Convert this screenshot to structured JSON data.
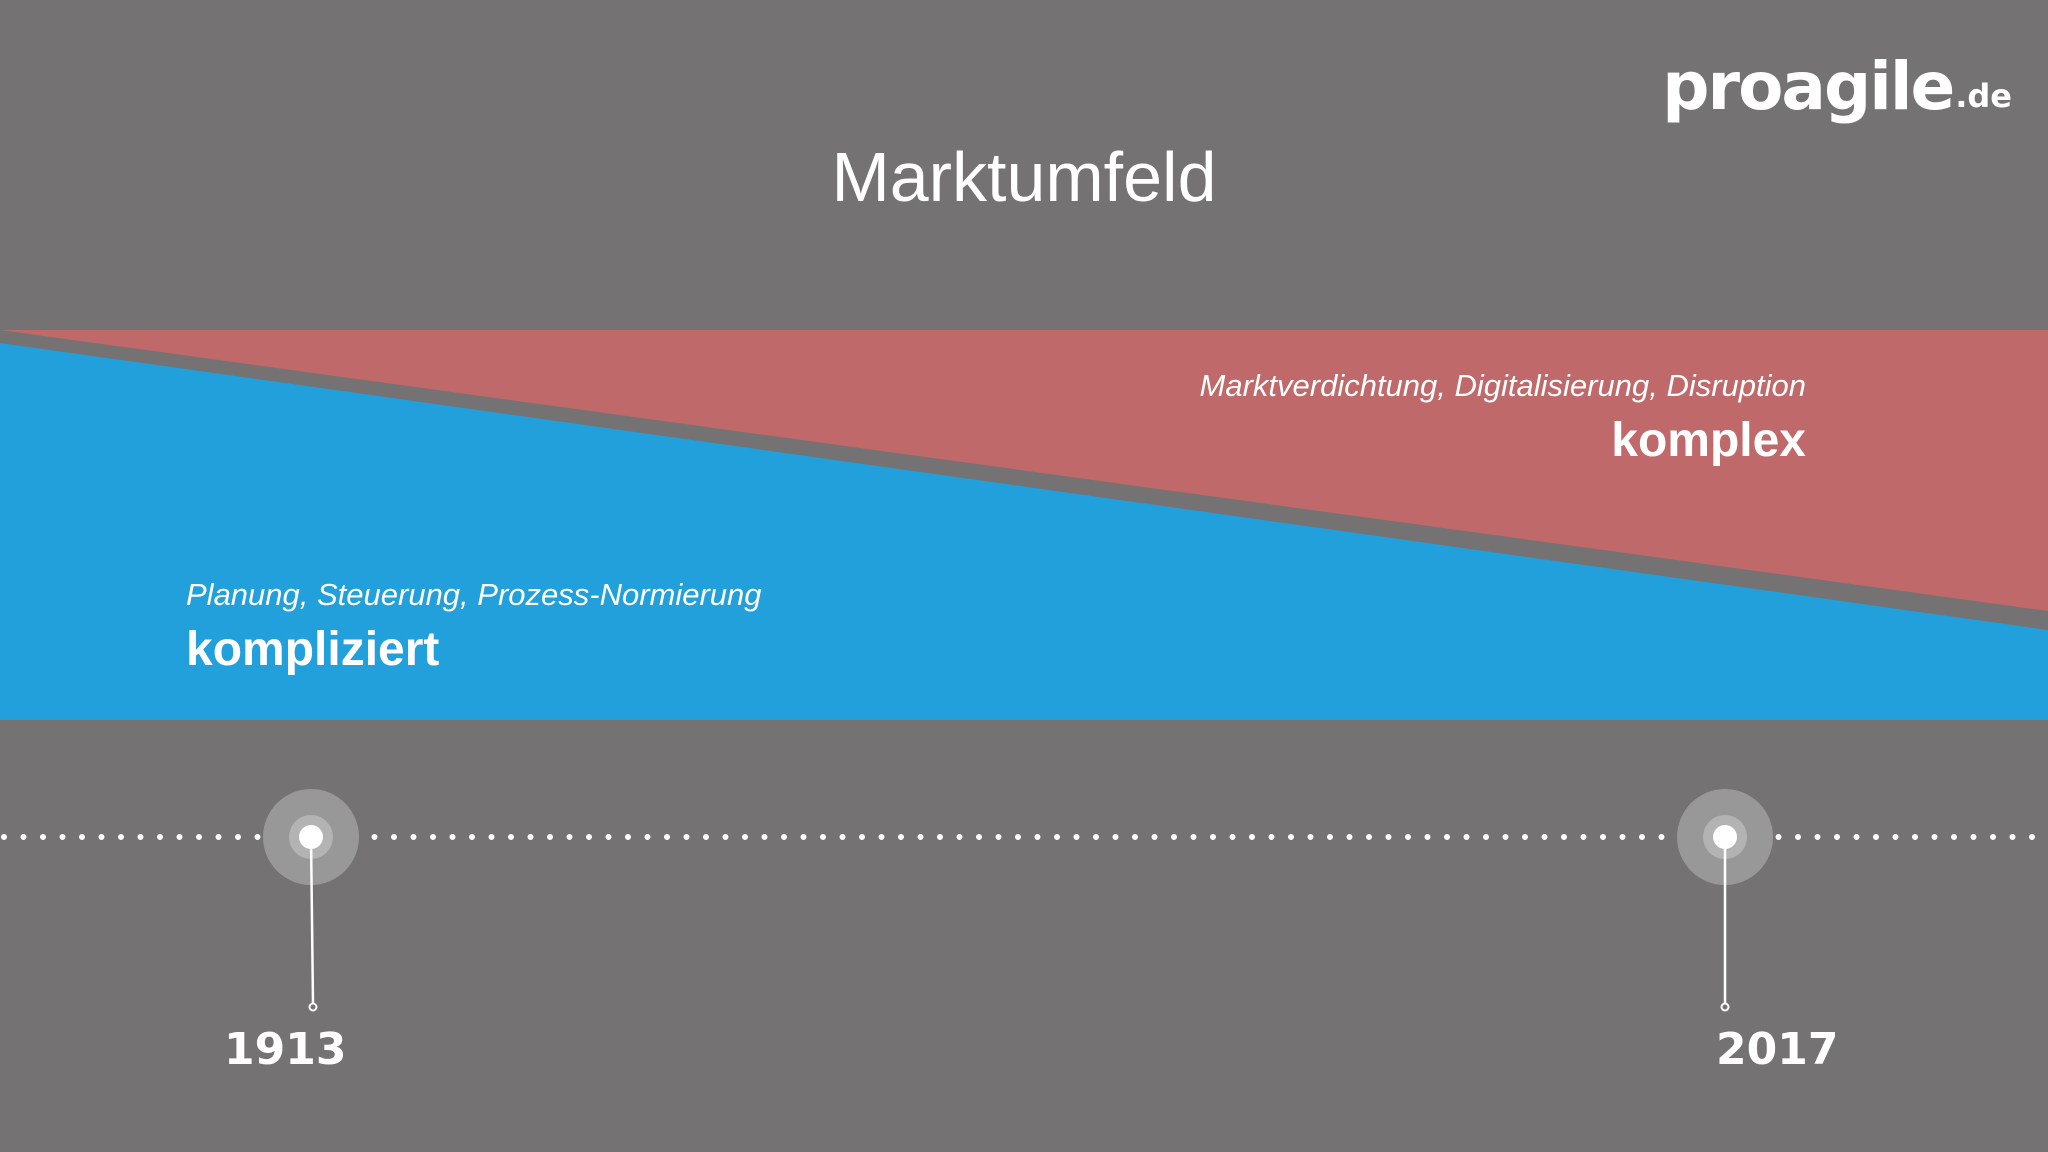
{
  "logo": {
    "name": "proagile",
    "tld": ".de"
  },
  "title": "Marktumfeld",
  "regions": {
    "complex": {
      "subtitle": "Marktverdichtung, Digitalisierung, Disruption",
      "label": "komplex",
      "color": "#c0696a"
    },
    "complicated": {
      "subtitle": "Planung, Steuerung, Prozess-Normierung",
      "label": "kompliziert",
      "color": "#21a0db"
    }
  },
  "timeline": {
    "start_year": "1913",
    "end_year": "2017"
  },
  "colors": {
    "background": "#747273",
    "divider": "#747273",
    "foreground": "#ffffff"
  }
}
